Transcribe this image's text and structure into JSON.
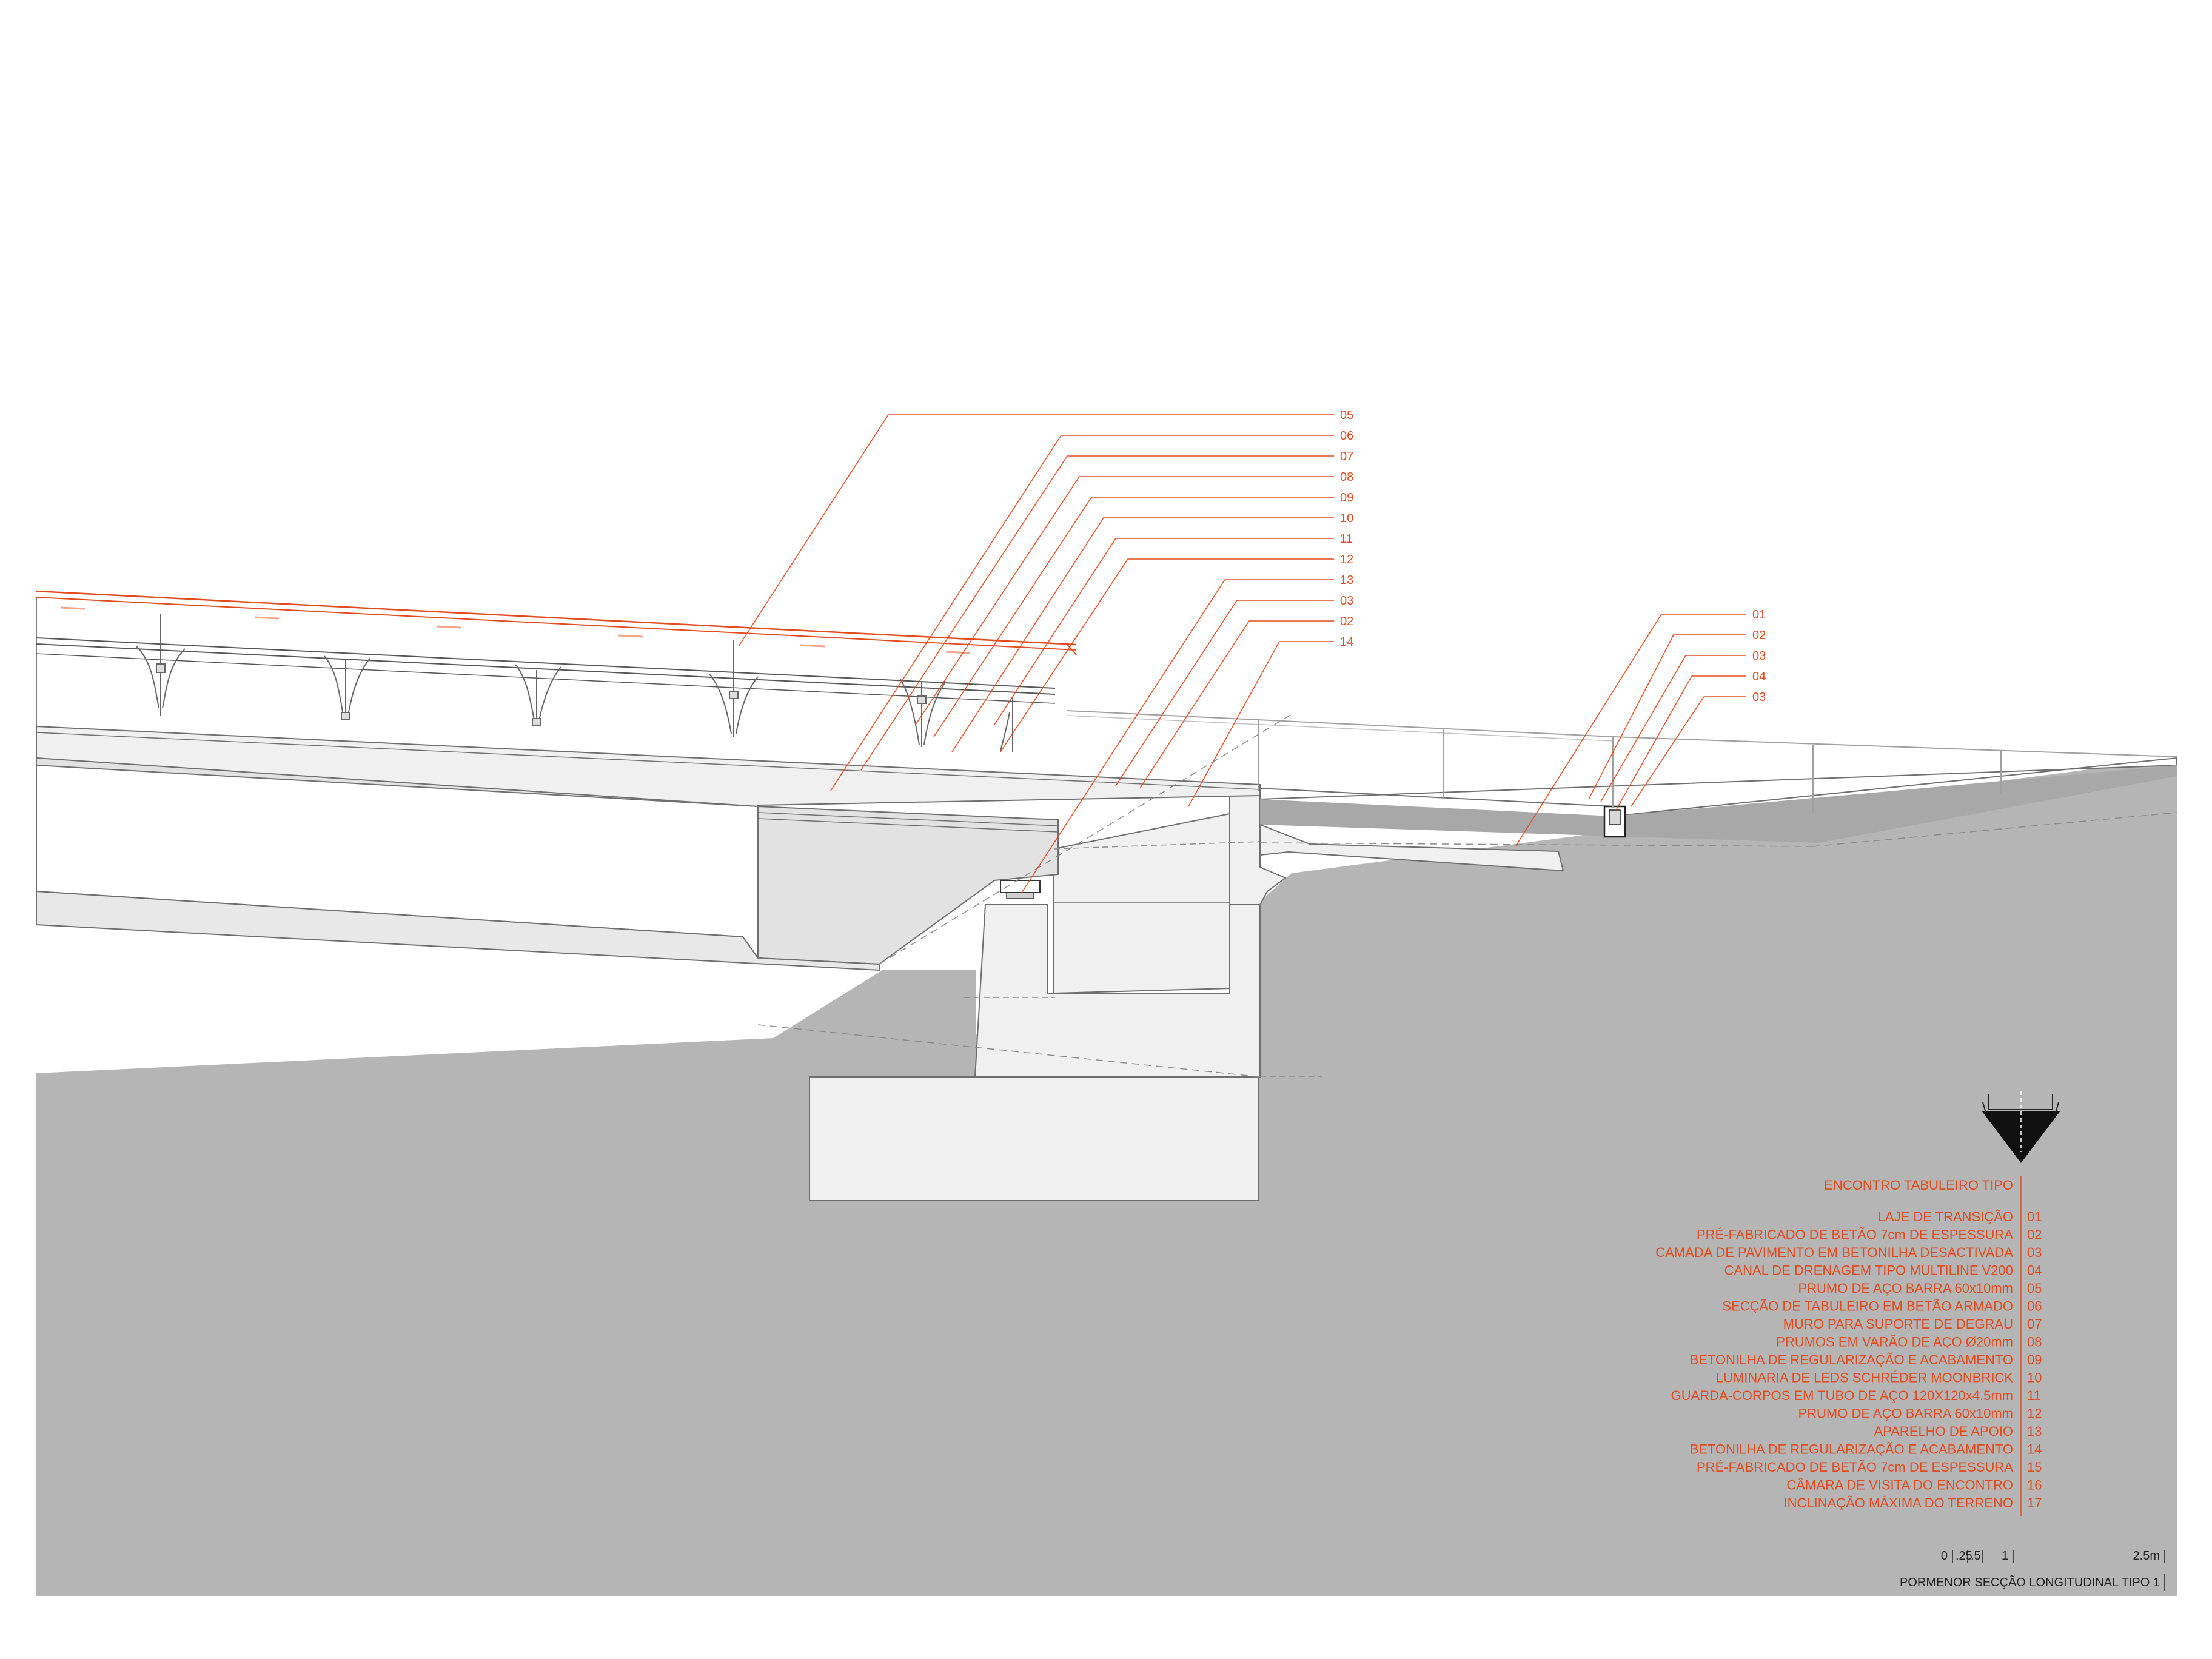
{
  "colors": {
    "accent": "#e34a1c",
    "ground": "#b5b5b5",
    "concrete_light": "#f0f0f0",
    "concrete_mid": "#e2e2e2",
    "line": "#6e6e6e",
    "background": "#ffffff"
  },
  "callouts_left": [
    "05",
    "06",
    "07",
    "08",
    "09",
    "10",
    "11",
    "12",
    "13",
    "03",
    "02",
    "14"
  ],
  "callouts_right": [
    "01",
    "02",
    "03",
    "04",
    "03"
  ],
  "legend": {
    "title": "ENCONTRO TABULEIRO TIPO",
    "items": [
      {
        "label": "LAJE DE TRANSIÇÃO",
        "num": "01"
      },
      {
        "label": "PRÉ-FABRICADO DE BETÃO 7cm DE ESPESSURA",
        "num": "02"
      },
      {
        "label": "CAMADA DE PAVIMENTO EM BETONILHA DESACTIVADA",
        "num": "03"
      },
      {
        "label": "CANAL DE DRENAGEM TIPO MULTILINE V200",
        "num": "04"
      },
      {
        "label": "PRUMO DE AÇO BARRA 60x10mm",
        "num": "05"
      },
      {
        "label": "SECÇÃO DE TABULEIRO EM BETÃO ARMADO",
        "num": "06"
      },
      {
        "label": "MURO PARA SUPORTE DE DEGRAU",
        "num": "07"
      },
      {
        "label": "PRUMOS EM VARÃO DE AÇO Ø20mm",
        "num": "08"
      },
      {
        "label": "BETONILHA DE REGULARIZAÇÃO E ACABAMENTO",
        "num": "09"
      },
      {
        "label": "LUMINARIA DE LEDS SCHRÉDER MOONBRICK",
        "num": "10"
      },
      {
        "label": "GUARDA-CORPOS EM TUBO DE AÇO 120X120x4.5mm",
        "num": "11"
      },
      {
        "label": "PRUMO DE AÇO BARRA 60x10mm",
        "num": "12"
      },
      {
        "label": "APARELHO DE APOIO",
        "num": "13"
      },
      {
        "label": "BETONILHA DE REGULARIZAÇÃO E ACABAMENTO",
        "num": "14"
      },
      {
        "label": "PRÉ-FABRICADO DE BETÃO 7cm DE ESPESSURA",
        "num": "15"
      },
      {
        "label": "CÂMARA DE VISITA  DO ENCONTRO",
        "num": "16"
      },
      {
        "label": "INCLINAÇÃO MÁXIMA DO TERRENO",
        "num": "17"
      }
    ]
  },
  "scale": {
    "ticks": [
      "0",
      ".25",
      ".5",
      "1",
      "2.5m"
    ]
  },
  "caption": "PORMENOR SECÇÃO LONGITUDINAL TIPO 1",
  "icons": {
    "section_marker": "section-marker-icon"
  }
}
